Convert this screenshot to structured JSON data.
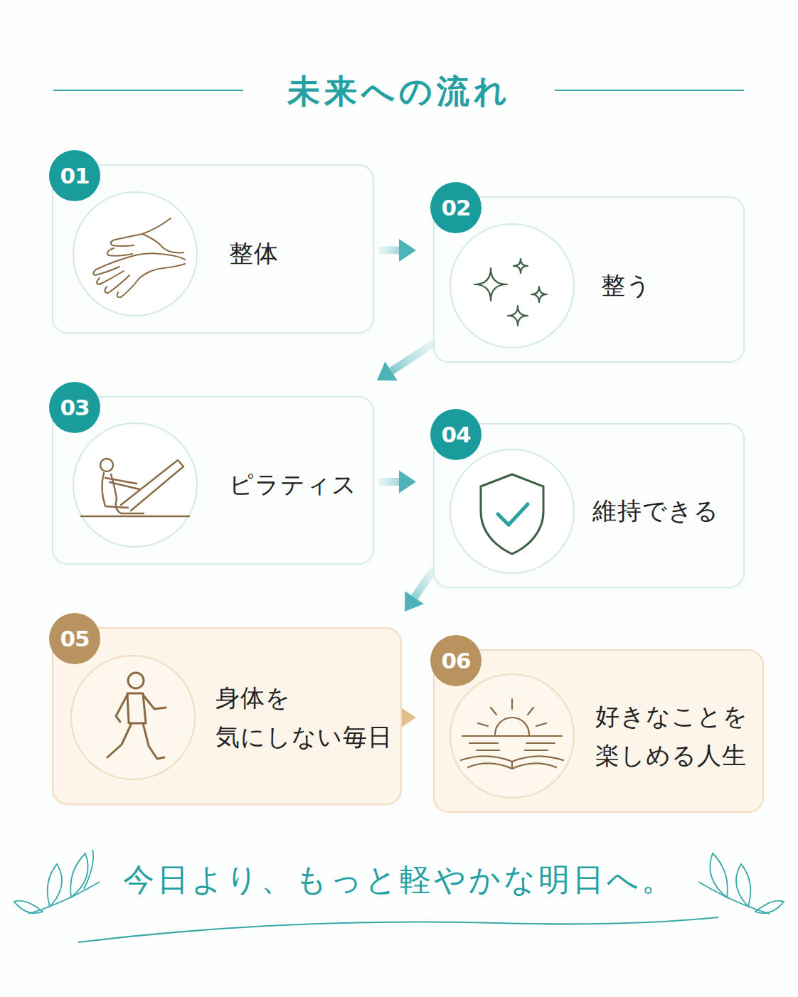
{
  "diagram": {
    "title": "未来への流れ",
    "caption": "今日より、もっと軽やかな明日へ。",
    "nodes": [
      {
        "text": [
          "整体"
        ]
      },
      {
        "text": [
          "01"
        ],
        "in": 0
      },
      {
        "text": [
          "整う"
        ]
      },
      {
        "text": [
          "02"
        ],
        "in": 2
      },
      {
        "text": [
          "ピラティス"
        ]
      },
      {
        "text": [
          "03"
        ],
        "in": 4
      },
      {
        "text": [
          "維持できる"
        ]
      },
      {
        "text": [
          "04"
        ],
        "in": 6
      },
      {
        "text": [
          "身体を 気にしない毎日"
        ]
      },
      {
        "text": [
          "05"
        ],
        "in": 8
      },
      {
        "text": [
          "好きなことを 楽しめる人生"
        ]
      },
      {
        "text": [
          "06"
        ],
        "in": 10
      }
    ],
    "edges": [
      {
        "from": 0,
        "to": 2,
        "arrow": "to"
      },
      {
        "from": 2,
        "to": 4,
        "arrow": "to"
      },
      {
        "from": 4,
        "to": 6,
        "arrow": "to"
      },
      {
        "from": 6,
        "to": 8,
        "arrow": "to"
      },
      {
        "from": 8,
        "to": 10,
        "arrow": "to"
      }
    ]
  }
}
